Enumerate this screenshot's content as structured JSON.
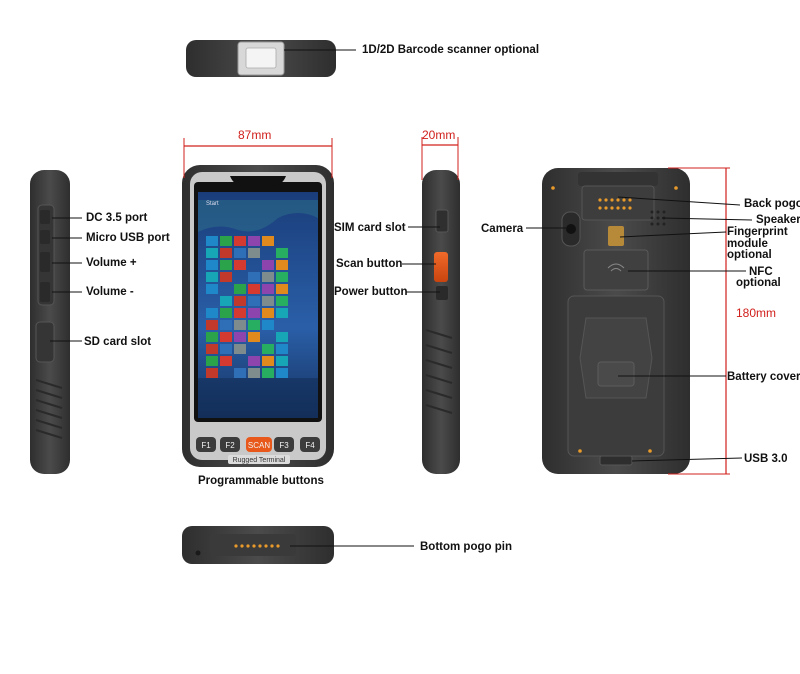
{
  "labels": {
    "top_scanner": "1D/2D Barcode scanner optional",
    "dc_port": "DC 3.5 port",
    "micro_usb": "Micro USB port",
    "volume_up": "Volume +",
    "volume_down": "Volume -",
    "sd_card": "SD card slot",
    "sim_card": "SIM card slot",
    "scan_button": "Scan button",
    "power_button": "Power button",
    "programmable": "Programmable buttons",
    "bottom_pogo": "Bottom pogo pin",
    "camera": "Camera",
    "back_pogo": "Back pogo",
    "speaker": "Speaker",
    "fingerprint_1": "Fingerprint",
    "fingerprint_2": "module",
    "fingerprint_3": "optional",
    "nfc_1": "NFC",
    "nfc_2": "optional",
    "battery_cover": "Battery cover",
    "usb3": "USB 3.0"
  },
  "dimensions": {
    "width": "87mm",
    "thickness": "20mm",
    "height": "180mm"
  },
  "device": {
    "keys": [
      "F1",
      "F2",
      "SCAN",
      "F3",
      "F4"
    ],
    "brand": "Rugged  Terminal",
    "screen_start": "Start"
  },
  "colors": {
    "body_dark": "#3a3a3a",
    "body_mid": "#4a4a4a",
    "accent_orange": "#e8581b",
    "dimension_red": "#d0201c",
    "screen_blue": "#1f4e8c"
  }
}
